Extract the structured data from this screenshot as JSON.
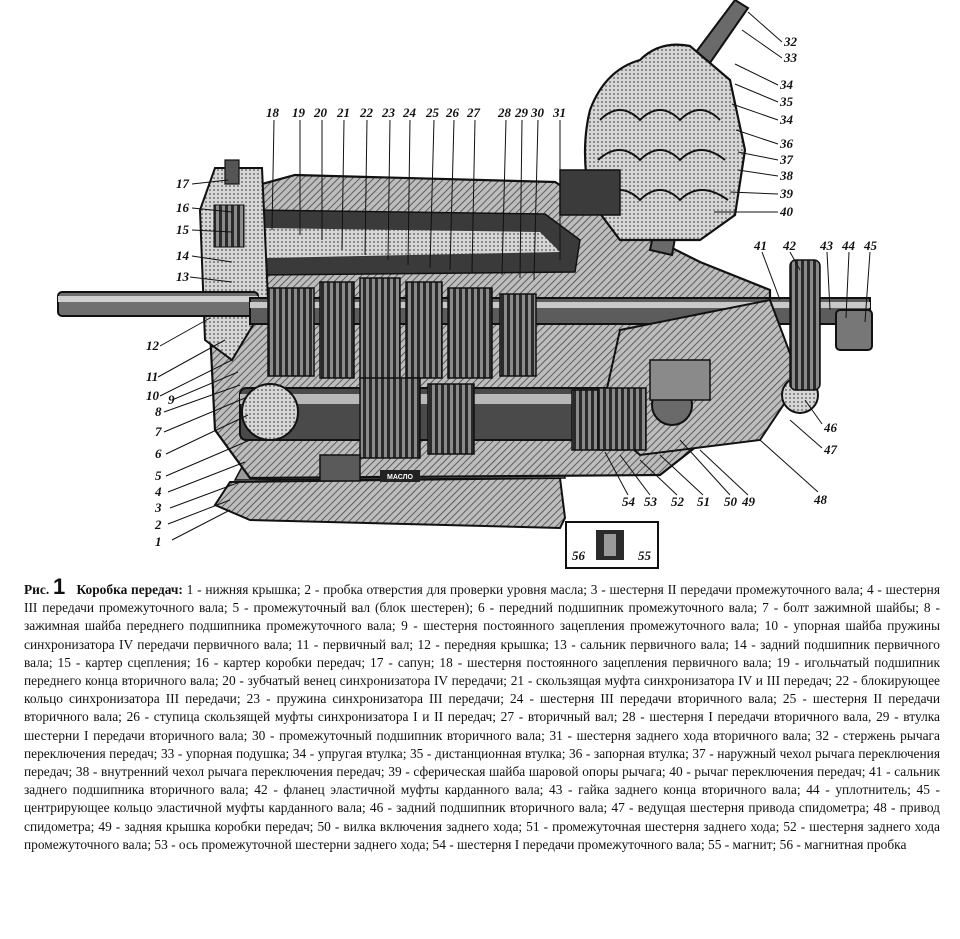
{
  "figure": {
    "labels": {
      "l1": "1",
      "l2": "2",
      "l3": "3",
      "l4": "4",
      "l5": "5",
      "l6": "6",
      "l7": "7",
      "l8": "8",
      "l9": "9",
      "l10": "10",
      "l11": "11",
      "l12": "12",
      "l13": "13",
      "l14": "14",
      "l15": "15",
      "l16": "16",
      "l17": "17",
      "l18": "18",
      "l19": "19",
      "l20": "20",
      "l21": "21",
      "l22": "22",
      "l23": "23",
      "l24": "24",
      "l25": "25",
      "l26": "26",
      "l27": "27",
      "l28": "28",
      "l29": "29",
      "l30": "30",
      "l31": "31",
      "l32": "32",
      "l33": "33",
      "l34a": "34",
      "l35": "35",
      "l34b": "34",
      "l36": "36",
      "l37": "37",
      "l38": "38",
      "l39": "39",
      "l40": "40",
      "l41": "41",
      "l42": "42",
      "l43": "43",
      "l44": "44",
      "l45": "45",
      "l46": "46",
      "l47": "47",
      "l48": "48",
      "l49": "49",
      "l50": "50",
      "l51": "51",
      "l52": "52",
      "l53": "53",
      "l54": "54",
      "l55": "55",
      "l56": "56"
    },
    "stamp_text": "МАСЛО"
  },
  "caption": {
    "label": "Рис.",
    "number": "1",
    "title": "Коробка передач:",
    "text": " 1 - нижняя крышка; 2 - пробка отверстия для проверки уровня масла; 3 - шестерня II передачи промежуточного вала; 4 - шестерня III передачи промежуточного вала; 5 - промежуточный вал (блок шестерен); 6 - передний подшипник промежуточного вала; 7 - болт зажимной шайбы; 8 - зажимная шайба переднего подшипника промежуточного вала; 9 - шестерня постоянного зацепления промежуточного вала; 10 - упорная шайба пружины синхронизатора IV передачи первичного вала; 11 - первичный вал; 12 - передняя крышка; 13 - сальник первичного вала; 14 - задний подшипник первичного вала; 15 - картер сцепления; 16 - картер коробки передач; 17 - сапун; 18 - шестерня постоянного зацепления первичного вала; 19 - игольчатый подшипник переднего конца вторичного вала; 20 - зубчатый венец синхронизатора IV передачи; 21 - скользящая муфта синхронизатора IV и III передач; 22 - блокирующее кольцо синхронизатора III передачи; 23 - пружина синхронизатора III передачи; 24 - шестерня III передачи вторичного вала; 25 - шестерня II передачи вторичного вала; 26 - ступица скользящей муфты синхронизатора I и II передач; 27 - вторичный вал; 28 - шестерня I передачи вторичного вала, 29 - втулка шестерни I передачи вторичного вала; 30 - промежуточный подшипник вторичного вала; 31 - шестерня заднего хода вторичного вала; 32 - стержень рычага переключения передач; 33 - упорная подушка; 34 - упругая втулка; 35 - дистанционная втулка; 36 - запорная втулка; 37 - наружный чехол рычага переключения передач; 38 - внутренний чехол рычага переключения передач; 39 - сферическая шайба шаровой опоры рычага; 40 - рычаг переключения передач; 41 - сальник заднего подшипника вторичного вала; 42 - фланец эластичной муфты карданного вала; 43 - гайка заднего конца вторичного вала; 44 - уплотнитель; 45 - центрирующее кольцо эластичной муфты карданного вала; 46 - задний подшипник вторичного вала; 47 - ведущая шестерня привода спидометра; 48 - привод спидометра; 49 - задняя крышка коробки передач; 50 - вилка включения заднего хода; 51 - промежуточная шестерня заднего хода; 52 - шестерня заднего хода промежуточного вала; 53 - ось промежуточной шестерни заднего хода; 54 - шестерня I передачи промежуточного вала; 55 - магнит; 56 - магнитная пробка"
  }
}
